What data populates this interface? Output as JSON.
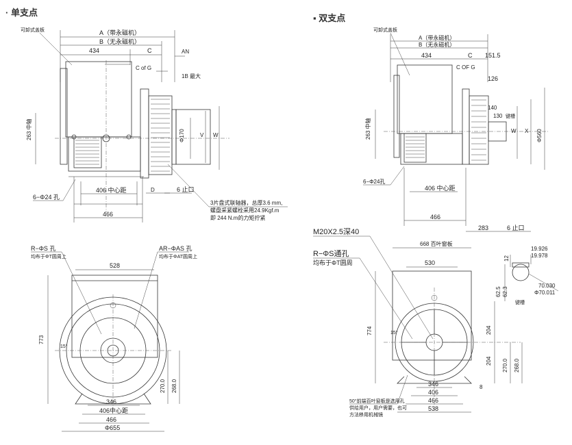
{
  "headers": {
    "single": "· 单支点",
    "double": "▪ 双支点"
  },
  "single_side": {
    "label_removable_cover": "可卸式盖板",
    "dim_A": "A（带永磁机）",
    "dim_B": "B（无永磁机）",
    "dim_434": "434",
    "dim_C": "C",
    "dim_AN": "AN",
    "dim_CofG": "C of G",
    "dim_1B": "1B 最大",
    "dim_263": "263 中轴",
    "dim_170": "Φ170",
    "dim_V": "V",
    "dim_W": "W",
    "dim_406": "406 中心距",
    "dim_D": "D",
    "dim_6": "6 止口",
    "dim_466": "466",
    "holes": "6−Φ24 孔",
    "note_1": "3片盘式联轴器，总厚3.6 mm,",
    "note_2": "螺盘采紧螺栓采用24.9Kgf.m",
    "note_3": "即 244 N.m的力矩拧紧"
  },
  "single_front": {
    "label_R": "R−ΦS 孔",
    "label_R_sub": "均布于ΦT圆周上",
    "label_AR": "AR−ΦAS 孔",
    "label_AR_sub": "均布于ΦAT圆周上",
    "dim_528": "528",
    "dim_773": "773",
    "dim_15": "15°",
    "dim_270": "270.0",
    "dim_268": "268.0",
    "dim_346": "346",
    "dim_406c": "406中心距",
    "dim_466": "466",
    "dim_655": "Φ655"
  },
  "double_side": {
    "label_removable_cover": "可卸式盖板",
    "dim_A": "A（带永磁机）",
    "dim_B": "B（无永磁机）",
    "dim_434": "434",
    "dim_C": "C",
    "dim_151": "151.5",
    "dim_CofG": "C OF G",
    "dim_126": "126",
    "dim_140": "140",
    "dim_130": "130",
    "dim_keyway": "键槽",
    "dim_W": "W",
    "dim_X": "X",
    "dim_560": "Φ560",
    "dim_263": "263 中轴",
    "holes": "6−Φ24孔",
    "dim_406": "406 中心距",
    "dim_466": "466",
    "dim_283": "283",
    "dim_6": "6 止口"
  },
  "double_front": {
    "label_thread": "M20X2.5深40",
    "label_R": "R−ΦS通孔",
    "label_R_sub": "均布于ΦT圆周",
    "dim_668": "668 百叶窗板",
    "dim_530": "530",
    "dim_774": "774",
    "dim_15": "15°",
    "dim_204a": "204",
    "dim_204b": "204",
    "dim_270": "270.0",
    "dim_268": "268.0",
    "dim_346": "346",
    "dim_406": "406",
    "dim_466": "466",
    "dim_538": "538",
    "dim_8": "8",
    "dim_12": "12",
    "dim_62_5": "62.5",
    "dim_62_3": "62.3",
    "dim_19_926": "19.926",
    "dim_19_978": "19.978",
    "dim_70_030": "70.030",
    "dim_70_011": "Φ70.011",
    "dim_key": "键槽",
    "note_1": "50°前端百叶窗板是选用孔",
    "note_2": "供给用户，用户需要，也可",
    "note_3": "方法移用机械镜"
  }
}
